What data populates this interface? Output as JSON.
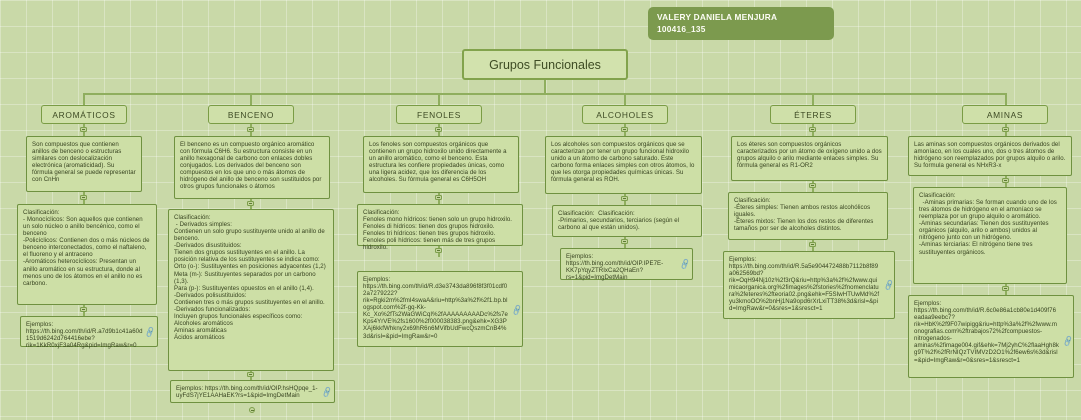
{
  "meta": {
    "author_name": "VALERY DANIELA MENJURA",
    "author_id": "100416_135"
  },
  "center": {
    "label": "Grupos Funcionales"
  },
  "colors": {
    "canvas": "#c9d9a8",
    "node_fill": "#cddfa6",
    "node_border": "#6f9140",
    "badge_fill": "#7c9a4e",
    "badge_text": "#fdfdf5",
    "link_icon": "#4f79c9",
    "connector": "#8fae5e"
  },
  "branches": [
    {
      "title": "AROMÁTICOS",
      "description": "Son compuestos que contienen anillos de benceno o estructuras similares con deslocalización electrónica (aromaticidad). Su fórmula general se puede representar con CnHn",
      "classification": "Clasificación:\n- Monocíclicos: Son aquellos que contienen un solo núcleo o anillo bencénico, como el benceno\n-Policíclicos: Contienen dos o más núcleos de benceno interconectados, como el naftaleno, el fluoreno y el antraceno\n-Aromáticos heterocíclicos: Presentan un anillo aromático en su estructura, donde al menos uno de los átomos en el anillo no es carbono.",
      "example": "Ejemplos: https://th.bing.com/th/id/R.a7d9b1c41a60d1519d6242d764416ebe?rik=1KkR0xjF3a04Rg&pid=ImgRaw&r=0"
    },
    {
      "title": "BENCENO",
      "description": "El benceno es un compuesto orgánico aromático con fórmula C6H6. Su estructura consiste en un anillo hexagonal de carbono con enlaces dobles conjugados. Los derivados del benceno son compuestos en los que uno o más átomos de hidrógeno del anillo de benceno son sustituidos por otros grupos funcionales o átomos",
      "classification": "Clasificación:\n - Derivados simples:\nContienen un solo grupo sustituyente unido al anillo de benceno.\n-Derivados disustituidos:\nTienen dos grupos sustituyentes en el anillo. La posición relativa de los sustituyentes se indica como:\nOrto (o-): Sustituyentes en posiciones adyacentes (1,2)\nMeta (m-): Sustituyentes separados por un carbono (1,3).\nPara (p-): Sustituyentes opuestos en el anillo (1,4).\n-Derivados polisustituidos:\nContienen tres o más grupos sustituyentes en el anillo.\n-Derivados funcionalizados:\nIncluyen grupos funcionales específicos como:\nAlcoholes aromáticos\nAminas aromáticas\nÁcidos aromáticos",
      "example": "Ejemplos: https://th.bing.com/th/id/OIP.hsHQpqe_1-uyFdS7jYE1AAHaEK?rs=1&pid=ImgDetMain"
    },
    {
      "title": "FENOLES",
      "description": "Los fenoles son compuestos orgánicos que contienen un grupo hidroxilo unido directamente a un anillo aromático, como el benceno. Esta estructura les confiere propiedades únicas, como una ligera acidez, que los diferencia de los alcoholes. Su fórmula general es C6H5OH",
      "classification": "Clasificación:\nFenoles mono hídricos: tienen solo un grupo hidroxilo.\nFenoles di hídricos: tienen dos grupos hidroxilo.\nFenoles tri hídricos: tienen tres grupos hidroxilo.\nFenoles poli hídricos: tienen más de tres grupos hidroxilo.",
      "example": "Ejemplos: https://th.bing.com/th/id/R.d3e3743da896f8f3f01cdf02a7279222?rik=Rgki2m%2fmI4swaA&riu=http%3a%2f%2f1.bp.blogspot.com%2f-gq-Kk-Kc_Xo%2fTs2WaGWiCqI%2fAAAAAAAAADc%2fs7eKps4YrVE%2fs1600%2f000038383.png&ehk=XG3PXAj6kkfWhkny2x69hR6n6MVifbUdFwcQszmCnB4%3d&risl=&pid=ImgRaw&r=0"
    },
    {
      "title": "ALCOHOLES",
      "description": "Los alcoholes son compuestos orgánicos que se caracterizan por tener un grupo funcional hidroxilo unido a un átomo de carbono saturado. Este carbono forma enlaces simples con otros átomos, lo que les otorga propiedades químicas únicas. Su fórmula general es ROH.",
      "classification": "Clasificación:  Clasificación:\n-Primarios, secundarios, terciarios (según el carbono al que están unidos).",
      "example": "Ejemplos: https://th.bing.com/th/id/OIP.IPE7E-KK7pYqyZTRIxCa2QHaEn?rs=1&pid=ImgDetMain"
    },
    {
      "title": "ÉTERES",
      "description": "Los éteres son compuestos orgánicos caracterizados por un átomo de oxígeno unido a dos grupos alquilo o arilo mediante enlaces simples. Su fórmula general es R1-OR2",
      "classification": "Clasificación:\n-Éteres simples: Tienen ambos restos alcohólicos iguales.\n-Éteres mixtos: Tienen los dos restos de diferentes tamaños por ser de alcoholes distintos.",
      "example": "Ejemplos:  https://th.bing.com/th/id/R.5a5e904472488b7112b8f89a062569bd?rik=OqH94Nj10z%2f3rQ&riu=http%3a%2f%2fwww.quimicaorganica.org%2fimages%2fstories%2fnomenclatura%2feteres%2fteoria02.png&ehk=F5SIwHTUwMd%2fyu3kmoOO%2bnHj1Na9opd6rXrLxiTT38%3d&risl=&pid=ImgRaw&r=0&sres=1&sresct=1"
    },
    {
      "title": "AMINAS",
      "description": "Las aminas son compuestos orgánicos derivados del amoníaco, en los cuales uno, dos o tres átomos de hidrógeno son reemplazados por grupos alquilo o arilo. Su formula general es NHxR3-x",
      "classification": "Clasificación:\n  -Aminas primarias: Se forman cuando uno de los tres átomos de hidrógeno en el amoníaco se reemplaza por un grupo alquilo o aromático.\n-Aminas secundarias: Tienen dos sustituyentes orgánicos (alquilo, arilo o ambos) unidos al nitrógeno junto con un hidrógeno.\n-Aminas terciarias: El nitrógeno tiene tres sustituyentes orgánicos.",
      "example": "Ejemplos: https://th.bing.com/th/id/R.6c0e86a1cb80e1d409f76eadaa9eebc7?rik=HbK%2f9F07wipigg&riu=http%3a%2f%2fwww.monografias.com%2ftrabajos72%2fcompuestos-nitrogenados-aminas%2fimage004.gif&ehk=7Mj2yhC%2flaaHgh8kg9T%2f%2fRrNIQzTVIMVzD2O1%2f6ew6s%3d&risl=&pid=ImgRaw&r=0&sres=1&sresct=1"
    }
  ],
  "icons": {
    "link": "🔗",
    "collapse": "collapse-toggle"
  }
}
